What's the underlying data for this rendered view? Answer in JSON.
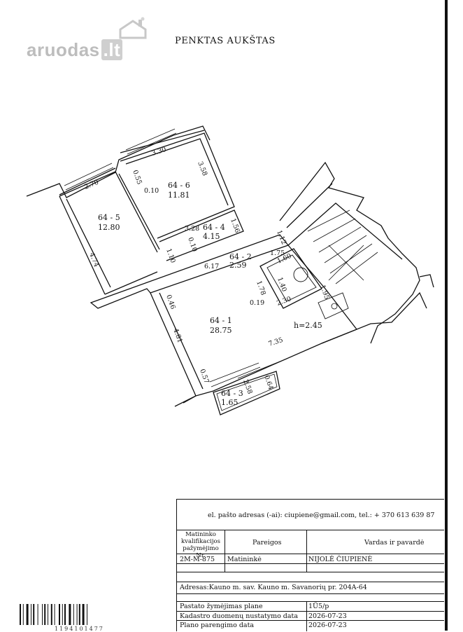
{
  "logo": {
    "name": "aruodas",
    "tld": ".lt"
  },
  "floor_title": "PENKTAS AUKŠTAS",
  "rooms": [
    {
      "id": "64 - 5",
      "area": "12.80"
    },
    {
      "id": "64 - 6",
      "area": "11.81"
    },
    {
      "id": "64 - 4",
      "area": "4.15"
    },
    {
      "id": "64 - 2",
      "area": "2.59"
    },
    {
      "id": "64 - 1",
      "area": "28.75"
    },
    {
      "id": "64 - 3",
      "area": "1.65"
    }
  ],
  "dimensions": [
    "2.70",
    "3.30",
    "3.58",
    "0.55",
    "0.10",
    "4.74",
    "1.56",
    "3.28",
    "0.10",
    "1.10",
    "1.12",
    "6.17",
    "1.75",
    "1.60",
    "1.40",
    "1.78",
    "1.95",
    "0.46",
    "0.19",
    "2.30",
    "4.81",
    "7.35",
    "0.57",
    "2.58",
    "0.64"
  ],
  "height_label": "h=2.45",
  "title_block": {
    "contact": "el. pašto adresas (-ai): ciupiene@gmail.com, tel.: + 370 613 639 87",
    "col1_header": "Matininko kvalifikacijos pažymėjimo Nr.",
    "col2_header": "Pareigos",
    "col3_header": "Vardas ir pavardė",
    "cert_no": "2M-M-875",
    "position": "Matininkė",
    "name": "NIJOLĖ ČIUPIENĖ",
    "address": "Adresas:Kauno m. sav. Kauno m. Savanorių pr. 204A-64",
    "rows": [
      {
        "label": "Pastato žymėjimas plane",
        "value": "1Ü5/p"
      },
      {
        "label": "Kadastro duomenų nustatymo data",
        "value": "2026-07-23"
      },
      {
        "label": "Plano parengimo data",
        "value": "2026-07-23"
      }
    ]
  },
  "barcode_number": "1194101477"
}
